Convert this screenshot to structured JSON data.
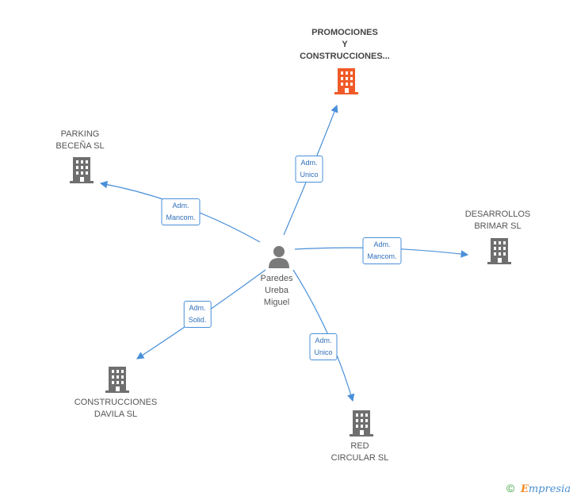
{
  "center": {
    "name_lines": [
      "Paredes",
      "Ureba",
      "Miguel"
    ]
  },
  "companies": {
    "promociones": {
      "lines": [
        "PROMOCIONES",
        "Y",
        "CONSTRUCCIONES..."
      ],
      "color": "#f05a28"
    },
    "parking": {
      "lines": [
        "PARKING",
        "BECEÑA SL"
      ],
      "color": "#6f6f6f"
    },
    "desarrollos": {
      "lines": [
        "DESARROLLOS",
        "BRIMAR  SL"
      ],
      "color": "#6f6f6f"
    },
    "davila": {
      "lines": [
        "CONSTRUCCIONES",
        "DAVILA SL"
      ],
      "color": "#6f6f6f"
    },
    "red": {
      "lines": [
        "RED",
        "CIRCULAR SL"
      ],
      "color": "#6f6f6f"
    }
  },
  "relations": {
    "promociones": [
      "Adm.",
      "Unico"
    ],
    "parking": [
      "Adm.",
      "Mancom."
    ],
    "desarrollos": [
      "Adm.",
      "Mancom."
    ],
    "davila": [
      "Adm.",
      "Solid."
    ],
    "red": [
      "Adm.",
      "Unico"
    ]
  },
  "colors": {
    "edge": "#4a90d9",
    "building": "#6f6f6f",
    "highlight": "#f05a28",
    "person": "#7a7a7a"
  },
  "footer": {
    "copyright": "©",
    "brand_initial": "E",
    "brand_rest": "mpresia"
  }
}
